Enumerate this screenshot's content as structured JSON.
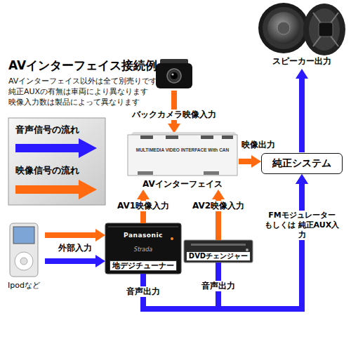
{
  "diagram": {
    "title": "AVインターフェイス接続例",
    "nodes": [
      {
        "text": [
          "MULTIMEDIA VIDEO INTERFACE With CAN",
          "AVインターフェイス"
        ]
      },
      {
        "text": [
          "純正システム"
        ]
      },
      {
        "text": [
          "Ipodなど"
        ]
      },
      {
        "text": [
          "Panasonic",
          "Strada",
          "地デジチューナー"
        ]
      },
      {
        "text": [
          "DVDチェンジャー"
        ]
      }
    ],
    "edges": [
      {
        "from": 0,
        "to": 1,
        "label": "映像出力",
        "arrow": "to"
      },
      {
        "from": 3,
        "to": 0,
        "label": "AV1映像入力",
        "arrow": "to"
      },
      {
        "from": 4,
        "to": 0,
        "label": "AV2映像入力",
        "arrow": "to"
      },
      {
        "from": 2,
        "to": 3,
        "label": "外部入力",
        "arrow": "to"
      },
      {
        "from": 2,
        "to": 3,
        "arrow": "to"
      },
      {
        "from": 3,
        "to": 1,
        "label": "音声出力",
        "arrow": "to"
      },
      {
        "from": 4,
        "to": 1,
        "label": "音声出力",
        "arrow": "to"
      }
    ],
    "labels": [
      "AVインターフェイス以外は全て別売りです",
      "純正AUXの有無は車両により異なります",
      "映像入力数は製品によって異なります",
      "バックカメラ映像入力",
      "スピーカー出力",
      "FMモジュレーター もしくは 純正AUX入力"
    ],
    "legend": [
      {
        "text": "音声信号の流れ"
      },
      {
        "text": "映像信号の流れ"
      }
    ]
  }
}
